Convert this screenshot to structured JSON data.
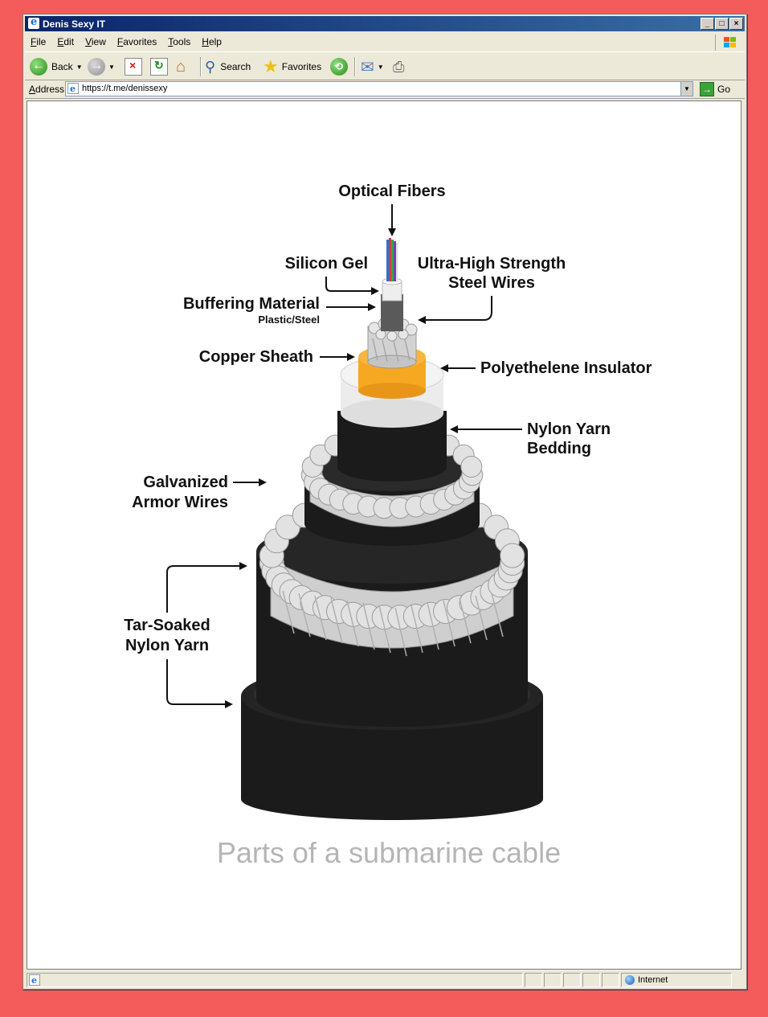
{
  "window": {
    "title": "Denis Sexy IT"
  },
  "menu": [
    "File",
    "Edit",
    "View",
    "Favorites",
    "Tools",
    "Help"
  ],
  "toolbar": {
    "back": "Back",
    "search": "Search",
    "favorites": "Favorites"
  },
  "address": {
    "label": "Address",
    "url": "https://t.me/denissexy",
    "go": "Go"
  },
  "diagram": {
    "labels": {
      "optical_fibers": "Optical Fibers",
      "silicon_gel": "Silicon Gel",
      "steel_wires_1": "Ultra-High Strength",
      "steel_wires_2": "Steel Wires",
      "buffering": "Buffering Material",
      "buffering_sub": "Plastic/Steel",
      "copper": "Copper Sheath",
      "polyethelene": "Polyethelene Insulator",
      "nylon_bedding_1": "Nylon Yarn",
      "nylon_bedding_2": "Bedding",
      "galvanized_1": "Galvanized",
      "galvanized_2": "Armor Wires",
      "tar_1": "Tar-Soaked",
      "tar_2": "Nylon Yarn"
    },
    "caption": "Parts of a submarine cable",
    "colors": {
      "copper": "#f7a823",
      "jacket": "#1b1b1b",
      "wire": "#d5d5d5",
      "insulator": "#e6e6e6"
    }
  },
  "status": {
    "zone": "Internet"
  }
}
